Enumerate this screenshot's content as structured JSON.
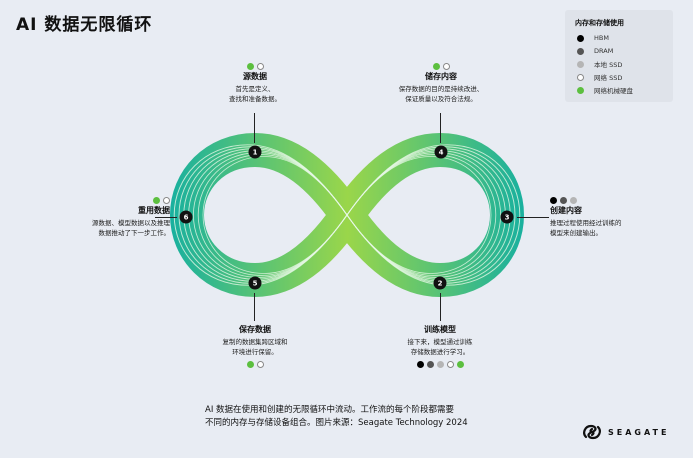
{
  "title": "AI 数据无限循环",
  "legend": {
    "title": "内存和存储使用",
    "items": [
      {
        "label": "HBM",
        "color": "#000000"
      },
      {
        "label": "DRAM",
        "color": "#555555"
      },
      {
        "label": "本地 SSD",
        "color": "#b5b5b5"
      },
      {
        "label": "网络 SSD",
        "color": "#ffffff"
      },
      {
        "label": "网络机械硬盘",
        "color": "#5cbf3f"
      }
    ]
  },
  "stages": [
    {
      "num": "1",
      "name": "源数据",
      "desc1": "首先是定义、",
      "desc2": "查找和准备数据。",
      "dots": [
        "#5cbf3f",
        "#ffffff"
      ]
    },
    {
      "num": "2",
      "name": "训练模型",
      "desc1": "接下来，模型通过训练",
      "desc2": "存储数据进行学习。",
      "dots": [
        "#000000",
        "#555555",
        "#b5b5b5",
        "#ffffff",
        "#5cbf3f"
      ]
    },
    {
      "num": "3",
      "name": "创建内容",
      "desc1": "推理过程使用经过训练的",
      "desc2": "模型来创建输出。",
      "dots": [
        "#000000",
        "#555555",
        "#b5b5b5"
      ]
    },
    {
      "num": "4",
      "name": "储存内容",
      "desc1": "保存数据的目的是持续改进、",
      "desc2": "保证质量以及符合法规。",
      "dots": [
        "#5cbf3f",
        "#ffffff"
      ]
    },
    {
      "num": "5",
      "name": "保存数据",
      "desc1": "复制的数据集跨区域和",
      "desc2": "环境进行保留。",
      "dots": [
        "#5cbf3f",
        "#ffffff"
      ]
    },
    {
      "num": "6",
      "name": "重用数据",
      "desc1": "源数据、模型数据以及推理",
      "desc2": "数据推动了下一步工作。",
      "dots": [
        "#5cbf3f",
        "#ffffff"
      ]
    }
  ],
  "caption": {
    "line1": "AI 数据在使用和创建的无限循环中流动。工作流的每个阶段都需要",
    "line2": "不同的内存与存储设备组合。图片来源：Seagate Technology 2024"
  },
  "logo": "SEAGATE",
  "colors": {
    "teal": "#1bb39c",
    "lime": "#9ad64a"
  }
}
